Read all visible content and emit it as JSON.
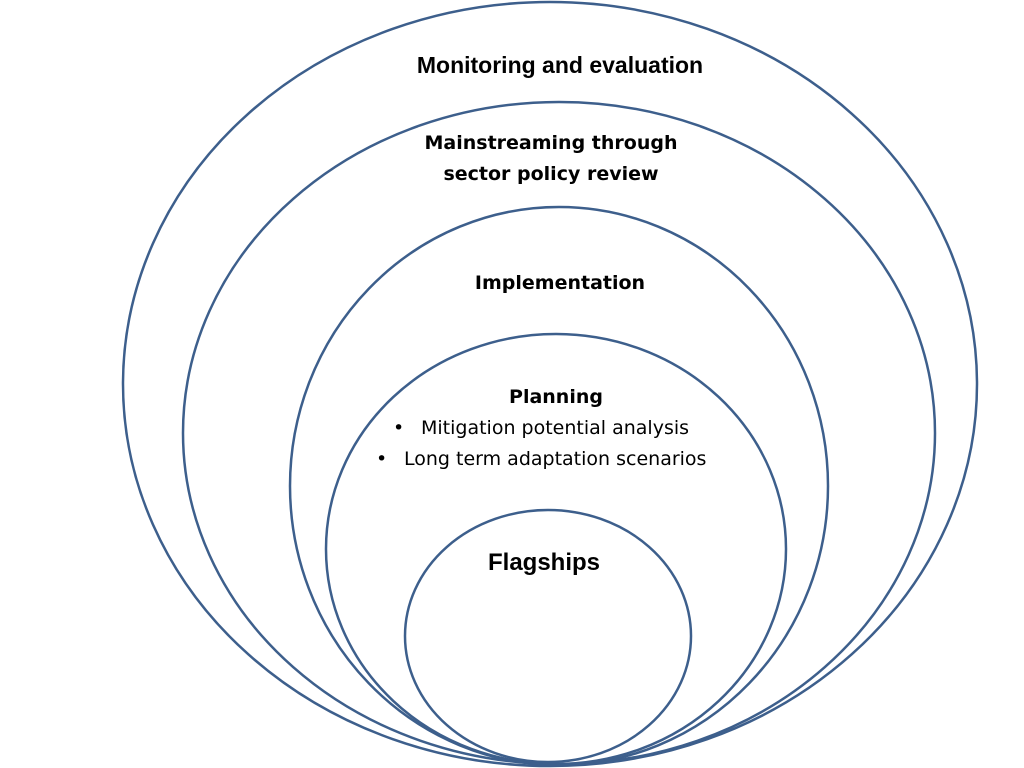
{
  "stroke_color": "#3d5f8c",
  "layers": [
    {
      "title": "Monitoring and evaluation"
    },
    {
      "title_lines": [
        "Mainstreaming through",
        "sector policy review"
      ]
    },
    {
      "title": "Implementation"
    },
    {
      "title": "Planning",
      "bullets": [
        "Mitigation potential analysis",
        "Long term adaptation scenarios"
      ],
      "bullet_symbol": "•"
    },
    {
      "title": "Flagships"
    }
  ]
}
